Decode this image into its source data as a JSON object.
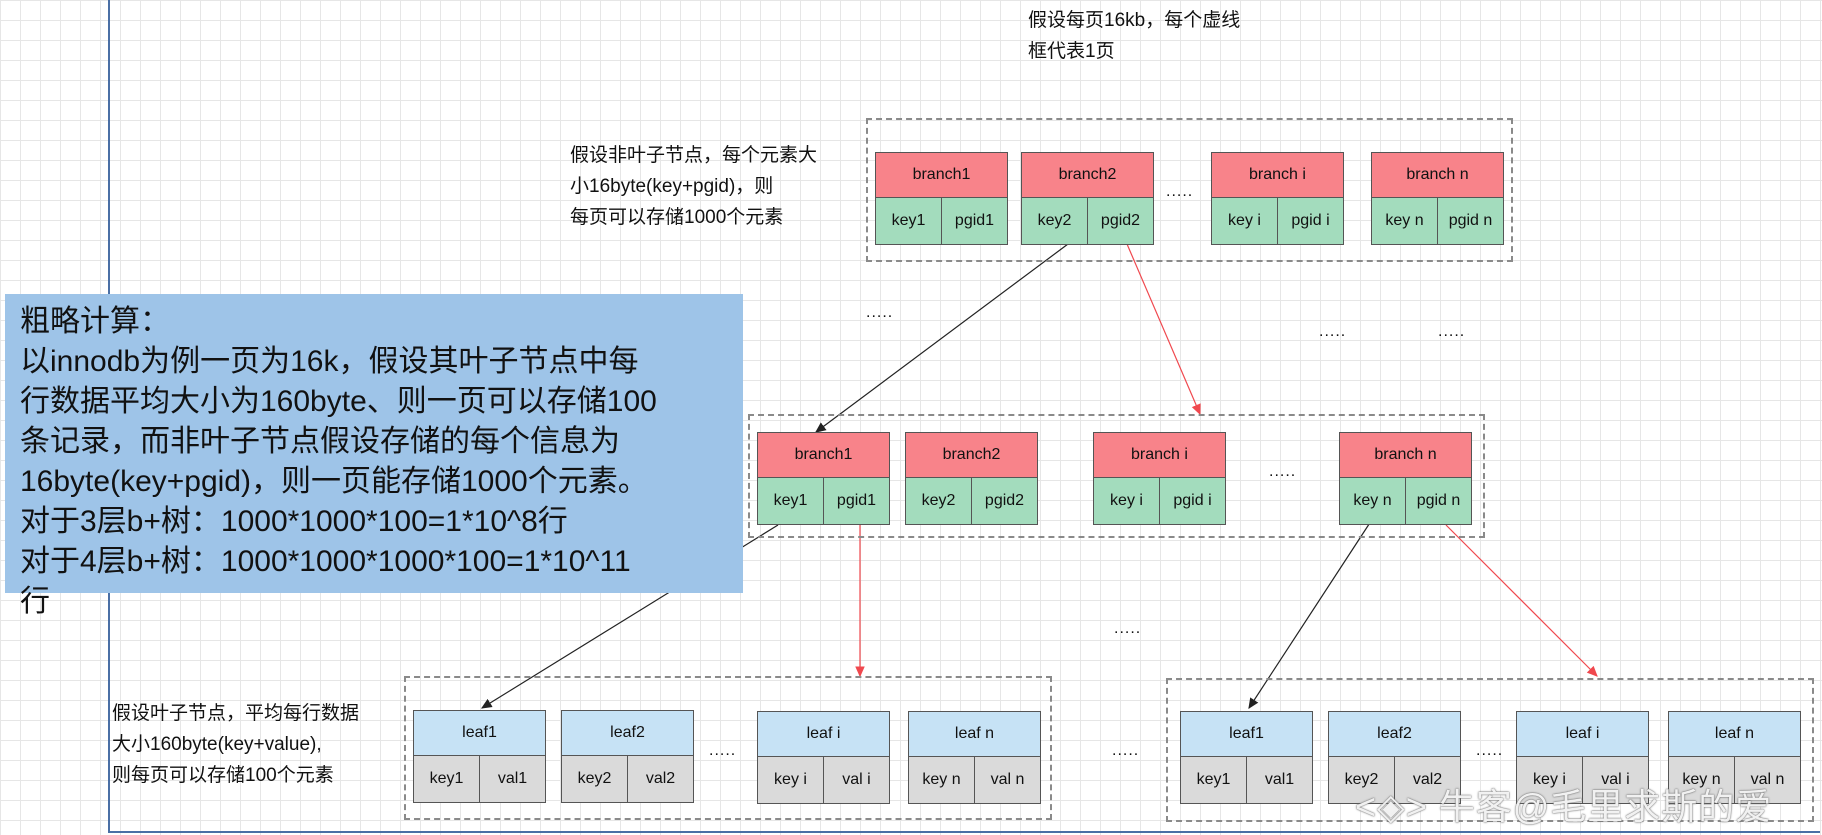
{
  "top_note": [
    "假设每页16kb，每个虚线",
    "框代表1页"
  ],
  "branch_note": [
    "假设非叶子节点，每个元素大",
    "小16byte(key+pgid)，则",
    "每页可以存储1000个元素"
  ],
  "leaf_note": [
    "假设叶子节点，平均每行数据",
    "大小160byte(key+value),",
    "则每页可以存储100个元素"
  ],
  "summary": [
    "粗略计算：",
    "以innodb为例一页为16k，假设其叶子节点中每",
    "行数据平均大小为160byte、则一页可以存储100",
    "条记录，而非叶子节点假设存储的每个信息为",
    "16byte(key+pgid)，则一页能存储1000个元素。",
    "对于3层b+树：1000*1000*100=1*10^8行",
    "对于4层b+树：1000*1000*1000*100=1*10^11",
    "行"
  ],
  "ellipsis": ".....",
  "level1": [
    {
      "title": "branch1",
      "left": "key1",
      "right": "pgid1"
    },
    {
      "title": "branch2",
      "left": "key2",
      "right": "pgid2"
    },
    {
      "title": "branch i",
      "left": "key i",
      "right": "pgid i"
    },
    {
      "title": "branch n",
      "left": "key n",
      "right": "pgid n"
    }
  ],
  "level2": [
    {
      "title": "branch1",
      "left": "key1",
      "right": "pgid1"
    },
    {
      "title": "branch2",
      "left": "key2",
      "right": "pgid2"
    },
    {
      "title": "branch i",
      "left": "key i",
      "right": "pgid i"
    },
    {
      "title": "branch n",
      "left": "key n",
      "right": "pgid n"
    }
  ],
  "leaves_a": [
    {
      "title": "leaf1",
      "left": "key1",
      "right": "val1"
    },
    {
      "title": "leaf2",
      "left": "key2",
      "right": "val2"
    },
    {
      "title": "leaf i",
      "left": "key i",
      "right": "val i"
    },
    {
      "title": "leaf n",
      "left": "key n",
      "right": "val n"
    }
  ],
  "leaves_b": [
    {
      "title": "leaf1",
      "left": "key1",
      "right": "val1"
    },
    {
      "title": "leaf2",
      "left": "key2",
      "right": "val2"
    },
    {
      "title": "leaf i",
      "left": "key i",
      "right": "val i"
    },
    {
      "title": "leaf n",
      "left": "key n",
      "right": "val n"
    }
  ],
  "watermark": "牛客@毛里求斯的爱",
  "colors": {
    "branch_header": "#f8838a",
    "branch_cell": "#a3dcbd",
    "leaf_header": "#c6e2f5",
    "leaf_cell": "#dadada",
    "summary_bg": "#9ec4e8",
    "red_arrow": "#f0484e",
    "black_arrow": "#222222"
  }
}
